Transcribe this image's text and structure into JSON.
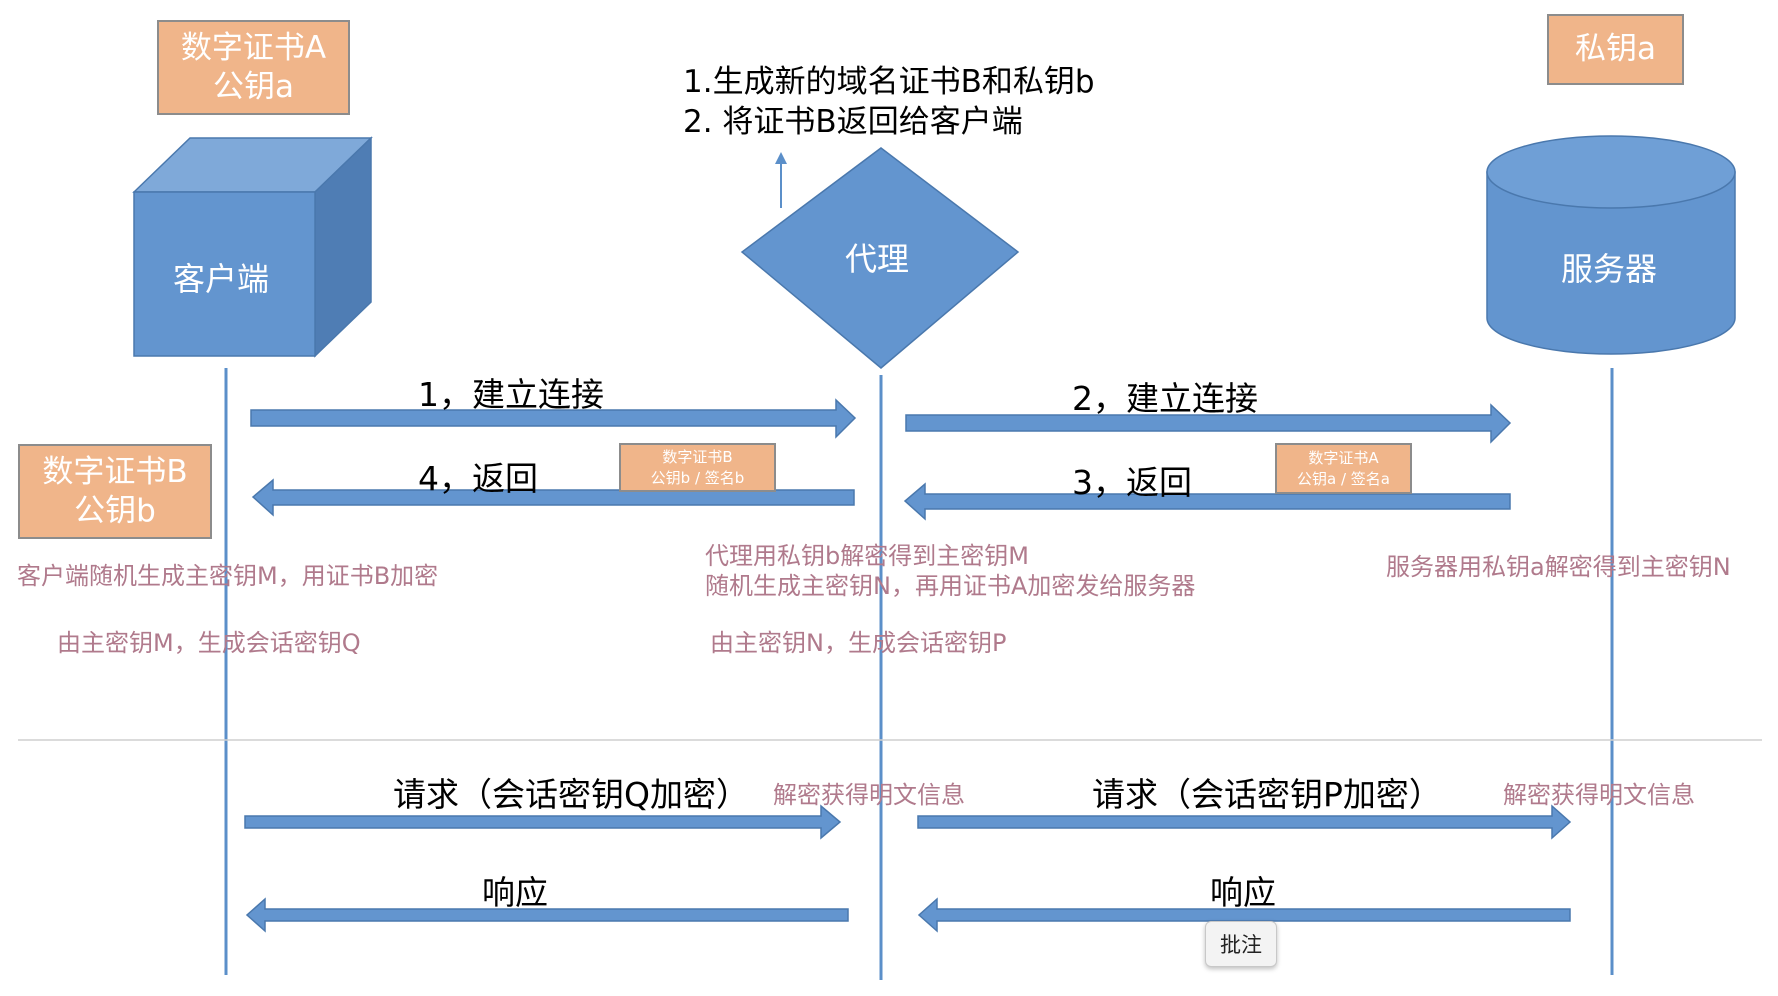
{
  "colors": {
    "shape_blue": "#6395cf",
    "shape_blue_dark": "#4a78ad",
    "badge_orange": "#f0b58a",
    "note_pink": "#b07a8c"
  },
  "client": {
    "cert_line1": "数字证书A",
    "cert_line2": "公钥a",
    "label": "客户端",
    "cert_b_line1": "数字证书B",
    "cert_b_line2": "公钥b",
    "note1": "客户端随机生成主密钥M，用证书B加密",
    "note2": "由主密钥M，生成会话密钥Q"
  },
  "proxy": {
    "step1": "1.生成新的域名证书B和私钥b",
    "step2": "2. 将证书B返回给客户端",
    "label": "代理",
    "note1": "代理用私钥b解密得到主密钥M",
    "note2": "随机生成主密钥N，再用证书A加密发给服务器",
    "note3": "由主密钥N，生成会话密钥P",
    "decrypt_note": "解密获得明文信息"
  },
  "server": {
    "key_label": "私钥a",
    "label": "服务器",
    "note1": "服务器用私钥a解密得到主密钥N",
    "decrypt_note": "解密获得明文信息"
  },
  "arrows": {
    "a1": "1，建立连接",
    "a2": "2，建立连接",
    "a3": "3，返回",
    "a4": "4，返回",
    "req1": "请求（会话密钥Q加密）",
    "req2": "请求（会话密钥P加密）",
    "resp1": "响应",
    "resp2": "响应"
  },
  "badges": {
    "b_line1": "数字证书B",
    "b_line2": "公钥b / 签名b",
    "a_line1": "数字证书A",
    "a_line2": "公钥a / 签名a"
  },
  "annotation_button": "批注"
}
